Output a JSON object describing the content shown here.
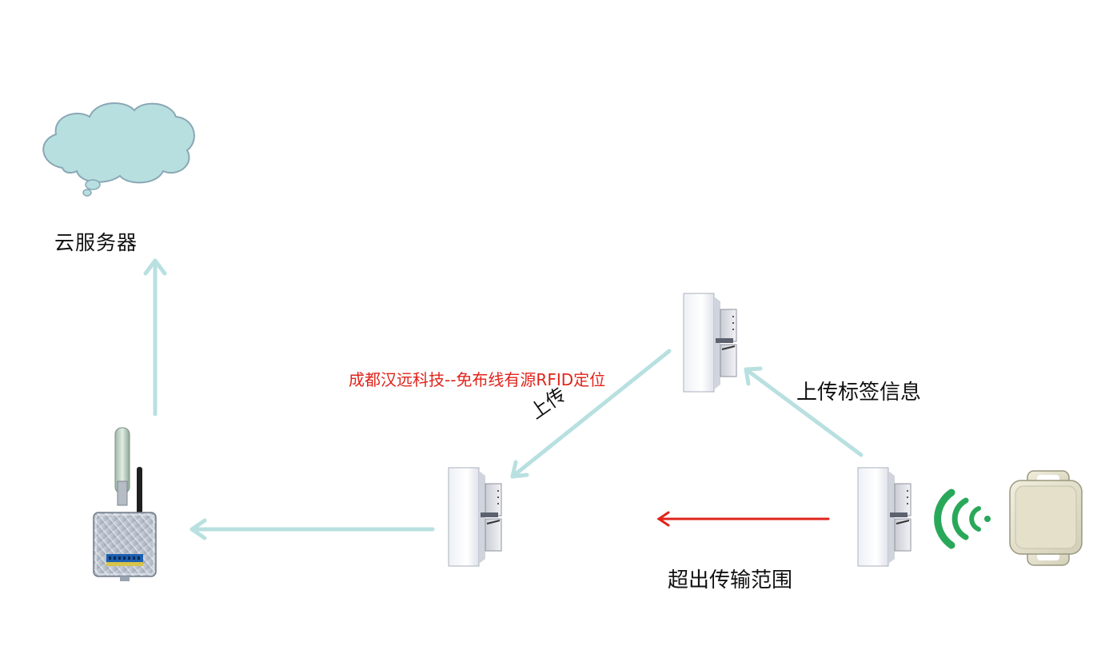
{
  "labels": {
    "cloud_server": "云服务器",
    "company": "成都汉远科技--免布线有源RFID定位",
    "upload": "上传",
    "upload_tag_info": "上传标签信息",
    "out_of_range": "超出传输范围"
  },
  "colors": {
    "flow_arrow": "#b9e0e0",
    "alert_arrow": "#e0241b",
    "cloud_fill": "#b7dfe0",
    "cloud_stroke": "#8aa7b4",
    "signal": "#2aa85a",
    "company_text": "#e0241b"
  },
  "icons": [
    "cloud-icon",
    "gateway-icon",
    "reader-icon",
    "rfid-tag-icon",
    "wireless-signal-icon"
  ]
}
